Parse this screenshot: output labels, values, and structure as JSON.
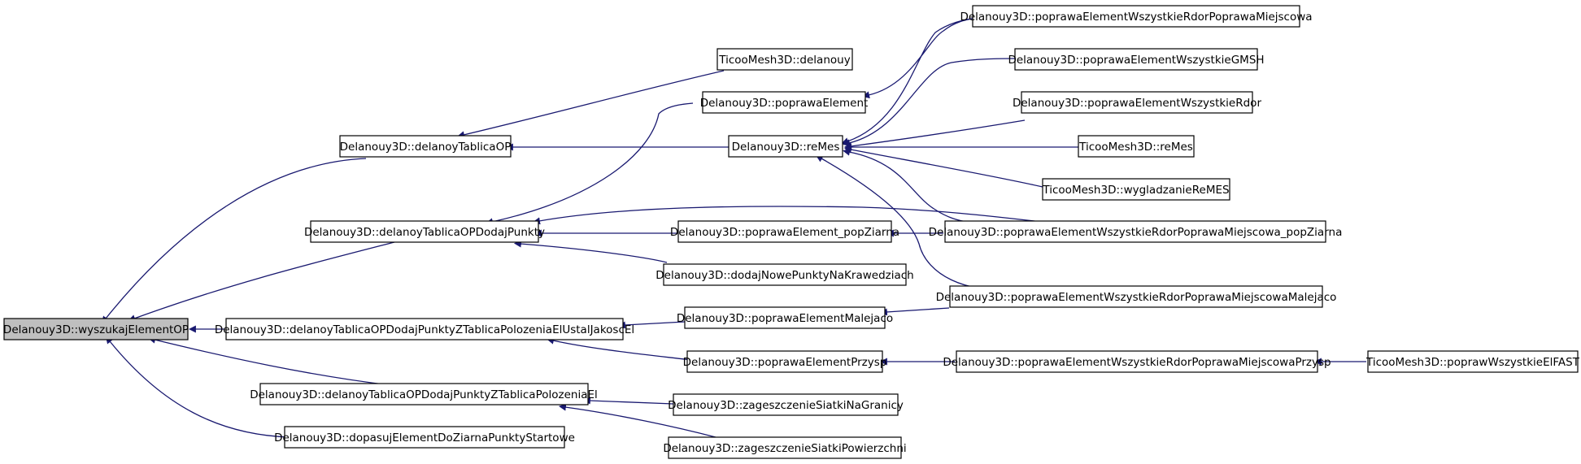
{
  "colors": {
    "edge": "#191970",
    "node_fill": "#ffffff",
    "root_fill": "#bfbfbf",
    "node_border": "#000000"
  },
  "nodes": [
    {
      "id": "n0",
      "label": "Delanouy3D::wyszukajElementOP",
      "root": true
    },
    {
      "id": "n1",
      "label": "Delanouy3D::delanoyTablicaOP"
    },
    {
      "id": "n2",
      "label": "Delanouy3D::delanoyTablicaOPDodajPunkty"
    },
    {
      "id": "n3",
      "label": "Delanouy3D::delanoyTablicaOPDodajPunktyZTablicaPolozeniaElUstalJakoscEl"
    },
    {
      "id": "n4",
      "label": "Delanouy3D::delanoyTablicaOPDodajPunktyZTablicaPolozeniaEl"
    },
    {
      "id": "n5",
      "label": "Delanouy3D::dopasujElementDoZiarnaPunktyStartowe"
    },
    {
      "id": "n6",
      "label": "TicooMesh3D::delanouy"
    },
    {
      "id": "n7",
      "label": "Delanouy3D::poprawaElement"
    },
    {
      "id": "n8",
      "label": "Delanouy3D::reMes"
    },
    {
      "id": "n9",
      "label": "Delanouy3D::poprawaElement_popZiarna"
    },
    {
      "id": "n10",
      "label": "Delanouy3D::dodajNowePunktyNaKrawedziach"
    },
    {
      "id": "n11",
      "label": "Delanouy3D::poprawaElementMalejaco"
    },
    {
      "id": "n12",
      "label": "Delanouy3D::poprawaElementPrzysp"
    },
    {
      "id": "n13",
      "label": "Delanouy3D::zageszczenieSiatkiNaGranicy"
    },
    {
      "id": "n14",
      "label": "Delanouy3D::zageszczenieSiatkiPowierzchni"
    },
    {
      "id": "n15",
      "label": "Delanouy3D::poprawaElementWszystkieRdorPoprawaMiejscowa"
    },
    {
      "id": "n16",
      "label": "Delanouy3D::poprawaElementWszystkieGMSH"
    },
    {
      "id": "n17",
      "label": "Delanouy3D::poprawaElementWszystkieRdor"
    },
    {
      "id": "n18",
      "label": "TicooMesh3D::reMes"
    },
    {
      "id": "n19",
      "label": "TicooMesh3D::wygladzanieReMES"
    },
    {
      "id": "n20",
      "label": "Delanouy3D::poprawaElementWszystkieRdorPoprawaMiejscowa_popZiarna"
    },
    {
      "id": "n21",
      "label": "Delanouy3D::poprawaElementWszystkieRdorPoprawaMiejscowaMalejaco"
    },
    {
      "id": "n22",
      "label": "Delanouy3D::poprawaElementWszystkieRdorPoprawaMiejscowaPrzysp"
    },
    {
      "id": "n23",
      "label": "TicooMesh3D::poprawWszystkieElFAST"
    }
  ]
}
